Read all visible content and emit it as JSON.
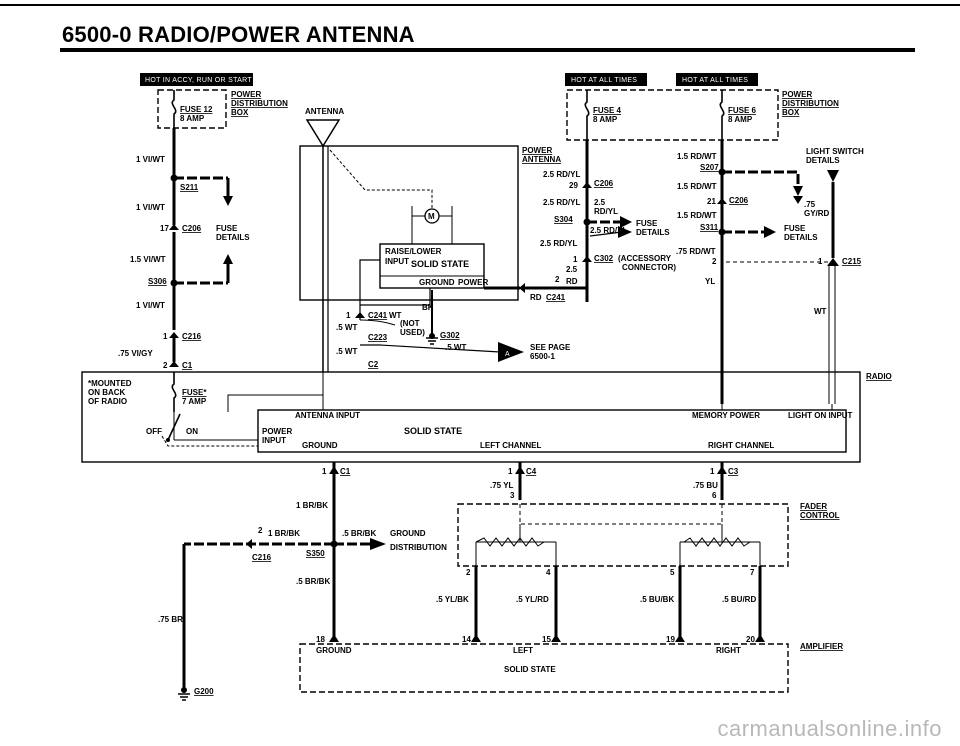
{
  "page": {
    "title": "6500-0 RADIO/POWER ANTENNA",
    "watermark": "carmanualsonline.info"
  },
  "headers": {
    "hot_accy": "HOT IN ACCY, RUN OR START",
    "hot_all_1": "HOT AT ALL TIMES",
    "hot_all_2": "HOT AT ALL TIMES"
  },
  "fuses": {
    "fuse12_name": "FUSE 12",
    "fuse12_amp": "8 AMP",
    "fuse4_name": "FUSE 4",
    "fuse4_amp": "8 AMP",
    "fuse6_name": "FUSE 6",
    "fuse6_amp": "8 AMP",
    "fuse_star_name": "FUSE*",
    "fuse_star_amp": "7 AMP"
  },
  "labels": {
    "power": "POWER",
    "distribution": "DISTRIBUTION",
    "box": "BOX",
    "antenna": "ANTENNA",
    "power_antenna_1": "POWER",
    "power_antenna_2": "ANTENNA",
    "raise_lower": "RAISE/LOWER",
    "input": "INPUT",
    "solid_state": "SOLID STATE",
    "ground": "GROUND",
    "power_small": "POWER",
    "motor": "M",
    "fuse_details_1": "FUSE",
    "fuse_details_2": "DETAILS",
    "fuse_b1": "FUSE",
    "fuse_b2": "DETAILS",
    "fuse_c1": "FUSE",
    "fuse_c2": "DETAILS",
    "light_switch_1": "LIGHT SWITCH",
    "light_switch_2": "DETAILS",
    "accessory_1": "(ACCESSORY",
    "accessory_2": "CONNECTOR)",
    "not_used_1": "(NOT",
    "not_used_2": "USED)",
    "see_page_1": "SEE PAGE",
    "see_page_2": "6500-1",
    "page_ref": "A",
    "radio": "RADIO",
    "mounted_1": "*MOUNTED",
    "mounted_2": "ON BACK",
    "mounted_3": "OF RADIO",
    "off": "OFF",
    "on": "ON",
    "antenna_input": "ANTENNA INPUT",
    "memory_power": "MEMORY POWER",
    "light_on_input": "LIGHT ON INPUT",
    "power_input_1": "POWER",
    "power_input_2": "INPUT",
    "ground_radio": "GROUND",
    "solid_state_radio": "SOLID STATE",
    "left_channel": "LEFT CHANNEL",
    "right_channel": "RIGHT CHANNEL",
    "fader_1": "FADER",
    "fader_2": "CONTROL",
    "ground_dist_1": "GROUND",
    "ground_dist_2": "DISTRIBUTION",
    "amplifier": "AMPLIFIER",
    "amp_ground": "GROUND",
    "amp_left": "LEFT",
    "amp_right": "RIGHT",
    "amp_solid_state": "SOLID STATE"
  },
  "wires": {
    "w_1vlwt_a": "1 VI/WT",
    "w_1vlwt_b": "1 VI/WT",
    "w_15vlwt": "1.5 VI/WT",
    "w_1vlwt_c": "1 VI/WT",
    "w_75vlgy": ".75 VI/GY",
    "w_25rdyl_a": "2.5 RD/YL",
    "w_25rdyl_b": "2.5 RD/YL",
    "w_25": "2.5",
    "w_rdyl": "RD/YL",
    "w_25rdyl_c": "2.5 RD/YL",
    "w_25rdyl_d": "2.5 RD/YL",
    "w_25_b": "2.5",
    "w_rd": "RD",
    "w_rd_b": "RD",
    "w_15rdwt_a": "1.5 RD/WT",
    "w_15rdwt_b": "1.5 RD/WT",
    "w_15rdwt_c": "1.5 RD/WT",
    "w_75rdwt": ".75 RD/WT",
    "w_yl": "YL",
    "w_75gyrd_a": ".75",
    "w_75gyrd_b": "GY/RD",
    "w_wt": "WT",
    "w_5wt_a": ".5 WT",
    "w_5wt_b": ".5 WT",
    "w_5wt_c": ".5 WT",
    "w_wt_b": "WT",
    "w_bk": "BK",
    "w_1brbk_a": "1 BR/BK",
    "w_1brbk_b": "1 BR/BK",
    "w_5brbk_a": ".5 BR/BK",
    "w_5brbk_b": ".5 BR/BK",
    "w_75br": ".75 BR",
    "w_75yl": ".75 YL",
    "w_75bu": ".75 BU",
    "w_5ylbk": ".5 YL/BK",
    "w_5ylrd": ".5 YL/RD",
    "w_5bubk": ".5 BU/BK",
    "w_5burd": ".5 BU/RD"
  },
  "connectors": {
    "s211": "S211",
    "c206_a": "C206",
    "s306": "S306",
    "c216_a": "C216",
    "c1_a": "C1",
    "c206_b": "C206",
    "s304": "S304",
    "c302": "C302",
    "c241_a": "C241",
    "c241_b": "C241",
    "c223": "C223",
    "c2": "C2",
    "g302": "G302",
    "s207": "S207",
    "c206_c": "C206",
    "s311": "S311",
    "c215": "C215",
    "c1_b": "C1",
    "c4": "C4",
    "c3": "C3",
    "c216_b": "C216",
    "s350": "S350",
    "g200": "G200"
  },
  "pins": {
    "p17": "17",
    "p1_c216": "1",
    "p2_c1": "2",
    "p29": "29",
    "p21": "21",
    "p1_c302": "1",
    "p2_c302": "2",
    "p1_c241": "1",
    "p2_c215": "2",
    "p1_c215": "1",
    "p1_c1": "1",
    "p1_c4": "1",
    "p1_c3": "1",
    "p3": "3",
    "p6": "6",
    "p2_fader": "2",
    "p4": "4",
    "p5": "5",
    "p7": "7",
    "p2_c216b": "2",
    "p18": "18",
    "p14": "14",
    "p15": "15",
    "p19": "19",
    "p20": "20"
  }
}
